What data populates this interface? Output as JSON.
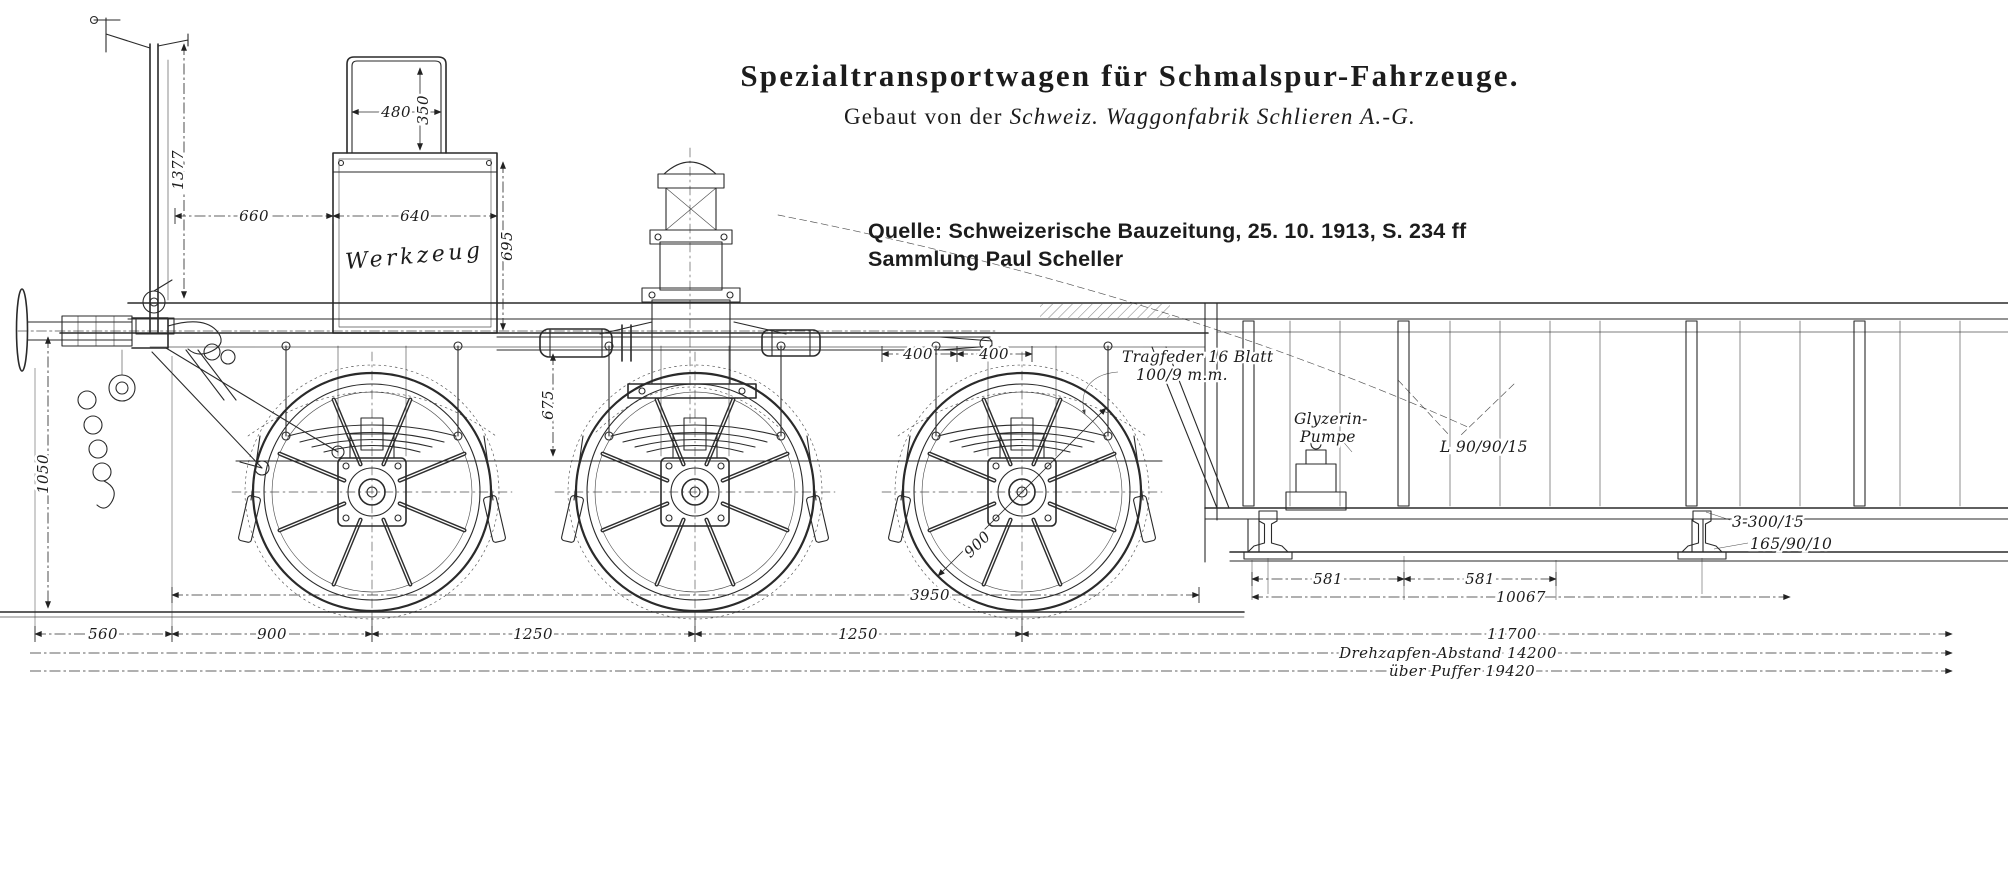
{
  "header": {
    "title": "Spezialtransportwagen für Schmalspur-Fahrzeuge.",
    "subtitle_prefix": "Gebaut von der",
    "subtitle_name": "Schweiz. Waggonfabrik Schlieren A.-G."
  },
  "source_note": {
    "line1": "Quelle: Schweizerische Bauzeitung, 25. 10. 1913, S. 234 ff",
    "line2": "Sammlung Paul Scheller"
  },
  "drawing_labels": {
    "toolbox": "Werkzeug",
    "spring_line1": "Tragfeder 16 Blatt",
    "spring_line2": "100/9 m.m.",
    "pump_line1": "Glyzerin-",
    "pump_line2": "Pumpe",
    "angle_profile": "L 90/90/15",
    "channel_profile": "3-300/15",
    "rail_profile": "165/90/10"
  },
  "dimensions": {
    "d480": "480",
    "d350": "350",
    "d1377": "1377",
    "d660": "660",
    "d640": "640",
    "d695": "695",
    "d675": "675",
    "d1050": "1050",
    "d400a": "400",
    "d400b": "400",
    "d3950": "3950",
    "wheel_diameter": "900",
    "d560": "560",
    "d900": "900",
    "d1250a": "1250",
    "d1250b": "1250",
    "d581a": "581",
    "d581b": "581",
    "d10067": "10067",
    "d11700": "11700",
    "pivot_distance": "Drehzapfen-Abstand 14200",
    "over_buffers": "über Puffer 19420"
  }
}
